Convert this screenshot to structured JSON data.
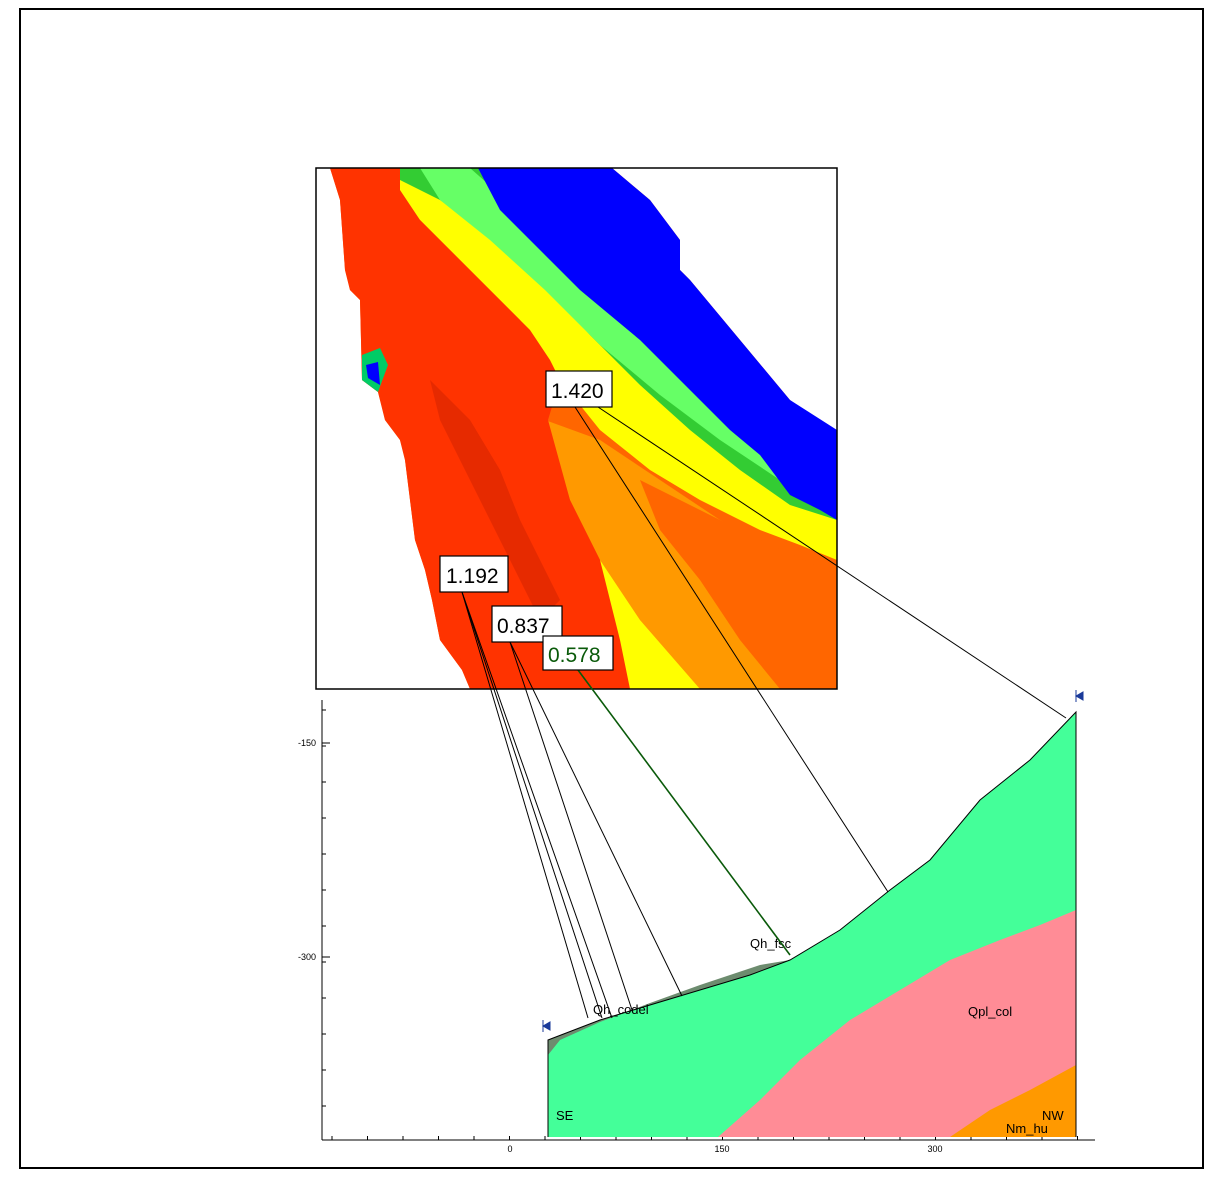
{
  "factor_labels": [
    {
      "id": "fs1",
      "text": "1.420",
      "color": "#000000"
    },
    {
      "id": "fs2",
      "text": "1.192",
      "color": "#000000"
    },
    {
      "id": "fs3",
      "text": "0.837",
      "color": "#000000"
    },
    {
      "id": "fs4",
      "text": "0.578",
      "color": "#0a5a0a"
    }
  ],
  "units": {
    "qh_codel": "Qh_codel",
    "qh_fsc": "Qh_fsc",
    "qpl_col": "Qpl_col",
    "nm_hu": "Nm_hu"
  },
  "section_ends": {
    "left": "SE",
    "right": "NW"
  },
  "y_axis_ticks": [
    "-150",
    "-300"
  ],
  "x_axis_ticks": [
    "0",
    "150",
    "300"
  ],
  "colors": {
    "red": "#ff3300",
    "dark_orange": "#ff6600",
    "orange": "#ff9900",
    "yellow": "#ffff00",
    "green": "#33cc33",
    "blue": "#0000ff",
    "unit_green": "#44ff99",
    "unit_pink": "#ff8c96",
    "unit_orange": "#ff9900",
    "unit_gray": "#6d8c6f"
  }
}
